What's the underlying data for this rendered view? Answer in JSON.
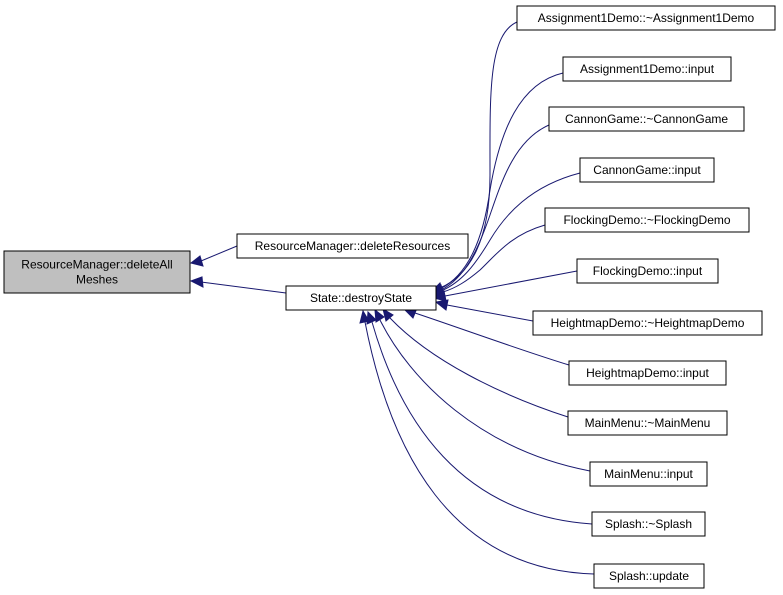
{
  "colors": {
    "root_fill": "#bfbfbf",
    "node_fill": "#ffffff",
    "edge": "#191970"
  },
  "nodes": [
    {
      "id": "root",
      "lines": [
        "ResourceManager::deleteAll",
        "Meshes"
      ],
      "highlighted": true
    },
    {
      "id": "deleteResources",
      "lines": [
        "ResourceManager::deleteResources"
      ]
    },
    {
      "id": "destroyState",
      "lines": [
        "State::destroyState"
      ]
    },
    {
      "id": "a1dtor",
      "lines": [
        "Assignment1Demo::~Assignment1Demo"
      ]
    },
    {
      "id": "a1input",
      "lines": [
        "Assignment1Demo::input"
      ]
    },
    {
      "id": "cgdtor",
      "lines": [
        "CannonGame::~CannonGame"
      ]
    },
    {
      "id": "cginput",
      "lines": [
        "CannonGame::input"
      ]
    },
    {
      "id": "fddtor",
      "lines": [
        "FlockingDemo::~FlockingDemo"
      ]
    },
    {
      "id": "fdinput",
      "lines": [
        "FlockingDemo::input"
      ]
    },
    {
      "id": "hmdtor",
      "lines": [
        "HeightmapDemo::~HeightmapDemo"
      ]
    },
    {
      "id": "hminput",
      "lines": [
        "HeightmapDemo::input"
      ]
    },
    {
      "id": "mmdtor",
      "lines": [
        "MainMenu::~MainMenu"
      ]
    },
    {
      "id": "mminput",
      "lines": [
        "MainMenu::input"
      ]
    },
    {
      "id": "spdtor",
      "lines": [
        "Splash::~Splash"
      ]
    },
    {
      "id": "spupdate",
      "lines": [
        "Splash::update"
      ]
    }
  ],
  "edges": [
    {
      "from": "deleteResources",
      "to": "root"
    },
    {
      "from": "destroyState",
      "to": "root"
    },
    {
      "from": "a1dtor",
      "to": "destroyState"
    },
    {
      "from": "a1input",
      "to": "destroyState"
    },
    {
      "from": "cgdtor",
      "to": "destroyState"
    },
    {
      "from": "cginput",
      "to": "destroyState"
    },
    {
      "from": "fddtor",
      "to": "destroyState"
    },
    {
      "from": "fdinput",
      "to": "destroyState"
    },
    {
      "from": "hmdtor",
      "to": "destroyState"
    },
    {
      "from": "hminput",
      "to": "destroyState"
    },
    {
      "from": "mmdtor",
      "to": "destroyState"
    },
    {
      "from": "mminput",
      "to": "destroyState"
    },
    {
      "from": "spdtor",
      "to": "destroyState"
    },
    {
      "from": "spupdate",
      "to": "destroyState"
    }
  ]
}
